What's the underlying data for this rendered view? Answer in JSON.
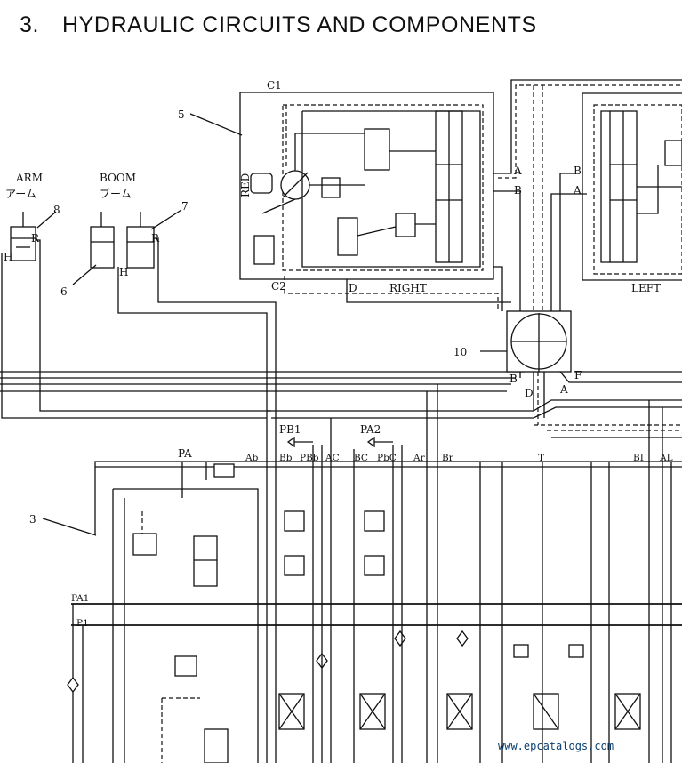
{
  "heading": {
    "number": "3.",
    "text": "HYDRAULIC CIRCUITS AND COMPONENTS"
  },
  "labels": {
    "arm": "ARM",
    "arm_jp": "アーム",
    "boom": "BOOM",
    "boom_jp": "ブーム",
    "callout_8": "8",
    "callout_7": "7",
    "callout_6": "6",
    "callout_5": "5",
    "callout_10": "10",
    "callout_3": "3",
    "port_h": "H",
    "port_r": "R",
    "c1": "C1",
    "c2": "C2",
    "d": "D",
    "right": "RIGHT",
    "left": "LEFT",
    "red": "RED",
    "a": "A",
    "b": "B",
    "f": "F",
    "pb1": "PB1",
    "pa2": "PA2",
    "pa": "PA",
    "ab": "Ab",
    "bb": "Bb",
    "pbb": "PBb",
    "ac": "AC",
    "bc": "BC",
    "pbc": "PbC",
    "ar": "Ar",
    "br": "Br",
    "t": "T",
    "bl": "BI",
    "al": "AL",
    "pa1": "PA1",
    "p1": "P1"
  },
  "watermark": "www.epcatalogs.com"
}
